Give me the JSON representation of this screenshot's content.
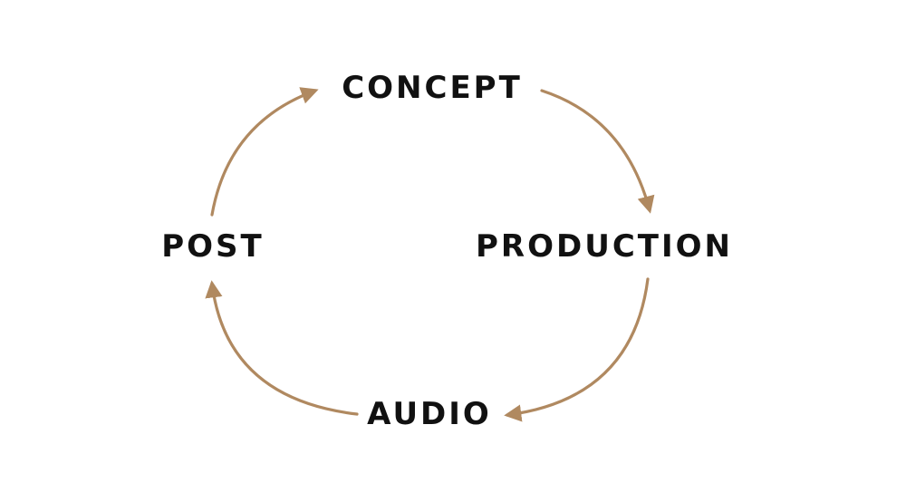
{
  "diagram": {
    "stages": [
      {
        "id": "concept",
        "label": "CONCEPT"
      },
      {
        "id": "production",
        "label": "PRODUCTION"
      },
      {
        "id": "audio",
        "label": "AUDIO"
      },
      {
        "id": "post",
        "label": "POST"
      }
    ],
    "flow": [
      "CONCEPT → PRODUCTION",
      "PRODUCTION → AUDIO",
      "AUDIO → POST",
      "POST → CONCEPT"
    ],
    "colors": {
      "arrow": "#b08960",
      "text": "#111111",
      "background": "#ffffff"
    }
  }
}
